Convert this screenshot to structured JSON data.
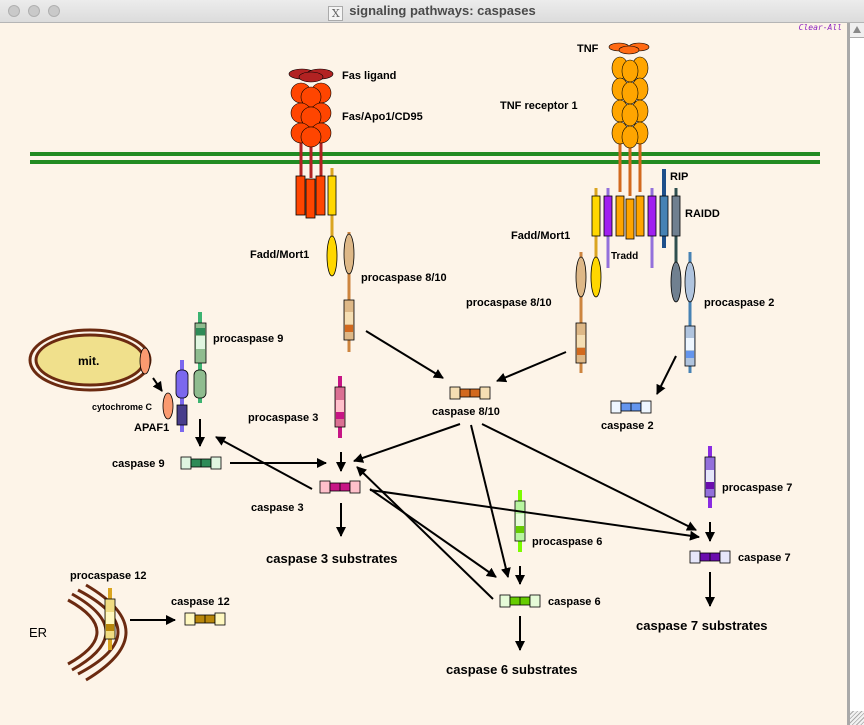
{
  "window": {
    "title": "signaling pathways: caspases",
    "title_icon": "x11-icon",
    "traffic_lights": [
      "close",
      "minimize",
      "zoom"
    ]
  },
  "toolbar": {
    "clear_all_label": "Clear-All"
  },
  "diagram": {
    "membrane_color": "#228b22",
    "labels": {
      "fas_ligand": "Fas ligand",
      "fas_receptor": "Fas/Apo1/CD95",
      "tnf": "TNF",
      "tnf_receptor": "TNF receptor 1",
      "rip": "RIP",
      "raidd": "RAIDD",
      "fadd_left": "Fadd/Mort1",
      "fadd_right": "Fadd/Mort1",
      "tradd": "Tradd",
      "procaspase_810_left": "procaspase 8/10",
      "procaspase_810_right": "procaspase 8/10",
      "procaspase_2": "procaspase 2",
      "mitochondrion": "mit.",
      "cytochrome_c": "cytochrome C",
      "apaf1": "APAF1",
      "procaspase_9": "procaspase 9",
      "procaspase_3": "procaspase 3",
      "caspase_810": "caspase 8/10",
      "caspase_2": "caspase 2",
      "caspase_9": "caspase 9",
      "caspase_3": "caspase 3",
      "procaspase_7": "procaspase 7",
      "procaspase_6": "procaspase 6",
      "caspase_7": "caspase 7",
      "caspase_6": "caspase 6",
      "caspase_3_substrates": "caspase 3 substrates",
      "caspase_6_substrates": "caspase 6 substrates",
      "caspase_7_substrates": "caspase 7 substrates",
      "procaspase_12": "procaspase 12",
      "caspase_12": "caspase 12",
      "er": "ER"
    },
    "colors": {
      "fas_ligand": "#b22222",
      "fas_receptor": "#ff4500",
      "tnf": "#ff6a13",
      "tnf_receptor": "#ffa500",
      "fadd": "#ffd700",
      "tradd": "#a020f0",
      "rip": "#4682b4",
      "raidd": "#708090",
      "procaspase_810": "#deb887",
      "caspase_810": "#d2691e",
      "caspase_2": "#6495ed",
      "caspase_9": "#2e8b57",
      "caspase_3": "#c71585",
      "caspase_6": "#66cc00",
      "caspase_7": "#6a0dad",
      "caspase_12": "#b8860b",
      "mitochondrion": "#f0e08c",
      "er": "#6b2a10"
    }
  }
}
